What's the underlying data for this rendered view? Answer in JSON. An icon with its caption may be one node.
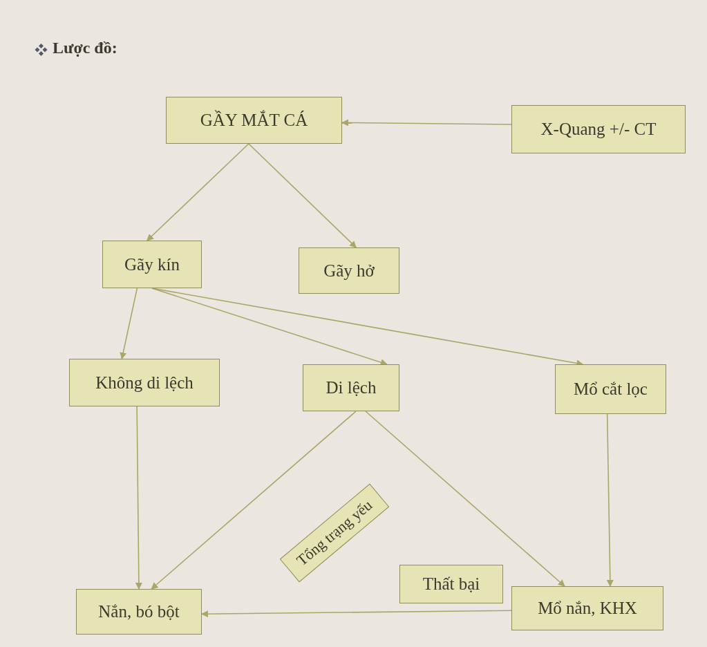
{
  "diagram": {
    "nodes": [
      {
        "text": [
          "GẦY MẮT CÁ"
        ]
      },
      {
        "text": [
          "X-Quang +/- CT"
        ]
      },
      {
        "text": [
          "Gãy kín"
        ]
      },
      {
        "text": [
          "Gãy hở"
        ]
      },
      {
        "text": [
          "Không di lệch"
        ]
      },
      {
        "text": [
          "Di lệch"
        ]
      },
      {
        "text": [
          "Mổ cắt lọc"
        ]
      },
      {
        "text": [
          "Tổng trạng yếu"
        ]
      },
      {
        "text": [
          "Thất bại"
        ]
      },
      {
        "text": [
          "Nắn, bó bột"
        ]
      },
      {
        "text": [
          "Mổ nắn, KHX"
        ]
      }
    ],
    "edges": [
      {
        "from": 1,
        "to": 0,
        "arrow": "to"
      },
      {
        "from": 0,
        "to": 2,
        "arrow": "to"
      },
      {
        "from": 0,
        "to": 3,
        "arrow": "to"
      },
      {
        "from": 2,
        "to": 4,
        "arrow": "to"
      },
      {
        "from": 2,
        "to": 5,
        "arrow": "to"
      },
      {
        "from": 2,
        "to": 6,
        "arrow": "to"
      },
      {
        "from": 4,
        "to": 9,
        "arrow": "to"
      },
      {
        "from": 5,
        "to": 9,
        "arrow": "to"
      },
      {
        "from": 5,
        "to": 10,
        "arrow": "to"
      },
      {
        "from": 6,
        "to": 10,
        "arrow": "to"
      },
      {
        "from": 10,
        "to": 9,
        "arrow": "to"
      }
    ],
    "labels": [
      "Lược đồ:"
    ]
  }
}
